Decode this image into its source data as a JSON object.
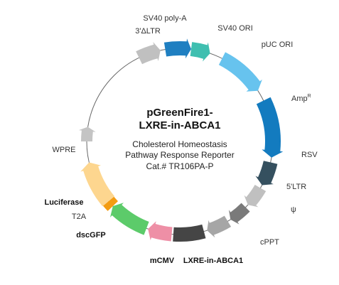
{
  "plasmid": {
    "title_line1": "pGreenFire1-",
    "title_line2": "LXRE-in-ABCA1",
    "subtitle_line1": "Cholesterol Homeostasis",
    "subtitle_line2": "Pathway Response Reporter",
    "catalog": "Cat.# TR106PA-P"
  },
  "features": [
    {
      "id": "sv40-polya",
      "label": "SV40 poly-A",
      "color": "#1f7fc1",
      "bold": false
    },
    {
      "id": "sv40-ori",
      "label": "SV40 ORI",
      "color": "#3fbfb0",
      "bold": false
    },
    {
      "id": "puc-ori",
      "label": "pUC ORI",
      "color": "#67c3ee",
      "bold": false
    },
    {
      "id": "amp",
      "label": "Amp",
      "label_sup": "R",
      "color": "#137bbf",
      "bold": false
    },
    {
      "id": "rsv",
      "label": "RSV",
      "color": "#35505f",
      "bold": false
    },
    {
      "id": "5ltr",
      "label": "5'LTR",
      "color": "#c0c0c0",
      "bold": false
    },
    {
      "id": "psi",
      "label": "ψ",
      "color": "#7a7a7a",
      "bold": false
    },
    {
      "id": "cppt",
      "label": "cPPT",
      "color": "#a6a6a6",
      "bold": false
    },
    {
      "id": "lxre",
      "label": "LXRE-in-ABCA1",
      "color": "#454545",
      "bold": true
    },
    {
      "id": "mcmv",
      "label": "mCMV",
      "color": "#ee8fa6",
      "bold": true
    },
    {
      "id": "dscgfp",
      "label": "dscGFP",
      "color": "#5ccb6a",
      "bold": true
    },
    {
      "id": "t2a",
      "label": "T2A",
      "color": "#f39c12",
      "bold": false
    },
    {
      "id": "luciferase",
      "label": "Luciferase",
      "color": "#fdd68f",
      "bold": true
    },
    {
      "id": "wpre",
      "label": "WPRE",
      "color": "#c4c4c4",
      "bold": false
    },
    {
      "id": "3ltr",
      "label": "3'ΔLTR",
      "color": "#c0c0c0",
      "bold": false
    }
  ]
}
